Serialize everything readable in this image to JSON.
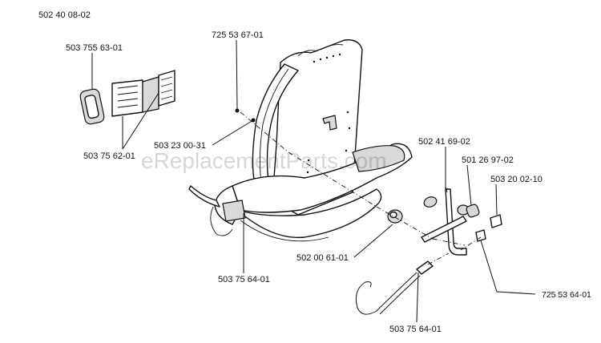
{
  "diagram": {
    "header_code": "502 40 08-02",
    "watermark": "eReplacementParts.com",
    "parts": [
      {
        "id": "p1",
        "label": "503 755 63-01"
      },
      {
        "id": "p2",
        "label": "503 75 62-01"
      },
      {
        "id": "p3",
        "label": "725 53 67-01"
      },
      {
        "id": "p4",
        "label": "503 23 00-31"
      },
      {
        "id": "p5",
        "label": "503 75 64-01"
      },
      {
        "id": "p6",
        "label": "502 00 61-01"
      },
      {
        "id": "p7",
        "label": "502 41 69-02"
      },
      {
        "id": "p8",
        "label": "501 26 97-02"
      },
      {
        "id": "p9",
        "label": "503 20 02-10"
      },
      {
        "id": "p10",
        "label": "725 53 64-01"
      },
      {
        "id": "p11",
        "label": "503 75 64-01"
      }
    ]
  }
}
